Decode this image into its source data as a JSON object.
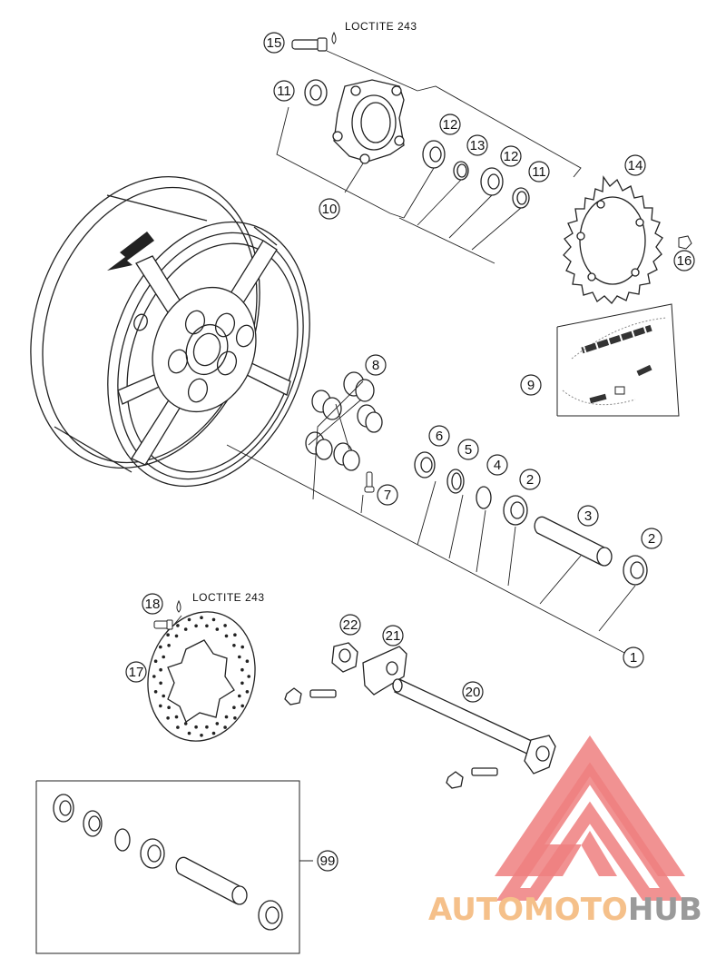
{
  "notes": {
    "loctite_top": "LOCTITE 243",
    "loctite_disc": "LOCTITE 243"
  },
  "callouts": {
    "c1": "1",
    "c2a": "2",
    "c2b": "2",
    "c3": "3",
    "c4": "4",
    "c5": "5",
    "c6": "6",
    "c7": "7",
    "c8": "8",
    "c9": "9",
    "c10": "10",
    "c11a": "11",
    "c11b": "11",
    "c12a": "12",
    "c12b": "12",
    "c13": "13",
    "c14": "14",
    "c15": "15",
    "c16": "16",
    "c17": "17",
    "c18": "18",
    "c20": "20",
    "c21": "21",
    "c22": "22",
    "c99": "99"
  },
  "watermark": {
    "part1": "AUTOMOTO",
    "part2": "HUB",
    "color1": "#f5c08a",
    "color2": "#9a9a9a",
    "logo_color": "#ef7f7f"
  }
}
